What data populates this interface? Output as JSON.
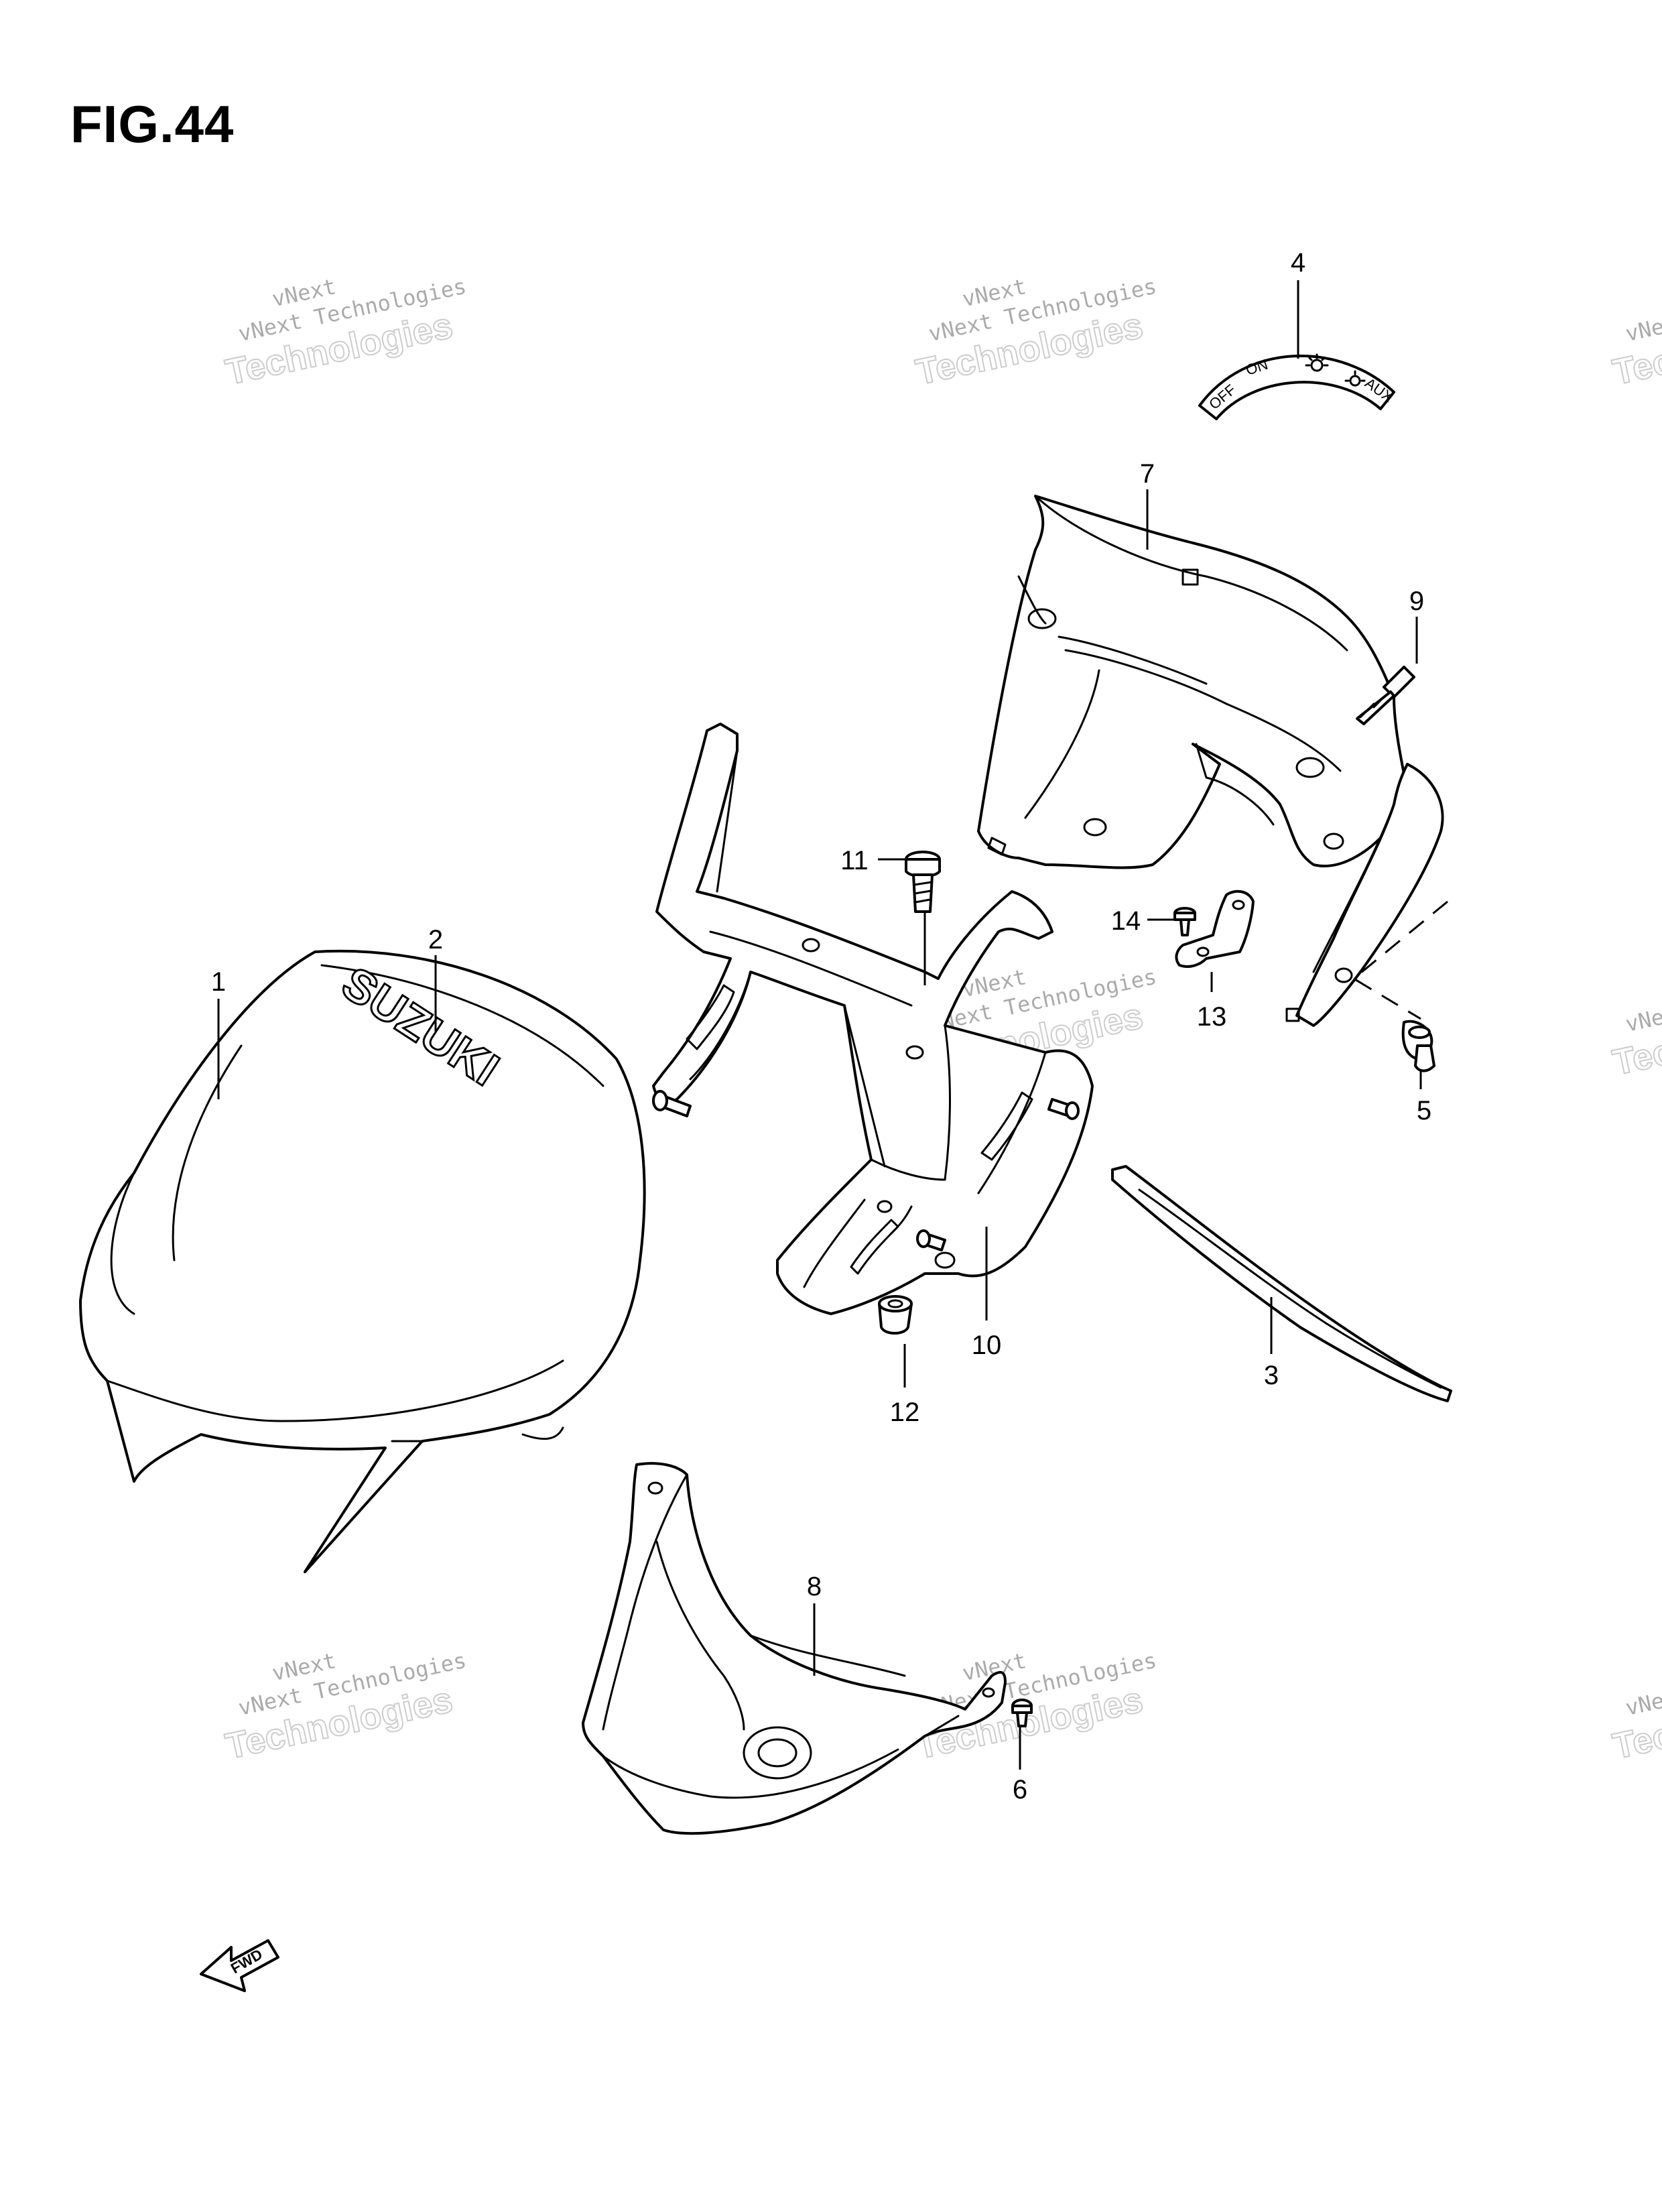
{
  "figure": {
    "title": "FIG.44"
  },
  "callouts": [
    {
      "id": "1",
      "label": "1"
    },
    {
      "id": "2",
      "label": "2"
    },
    {
      "id": "3",
      "label": "3"
    },
    {
      "id": "4",
      "label": "4"
    },
    {
      "id": "5",
      "label": "5"
    },
    {
      "id": "6",
      "label": "6"
    },
    {
      "id": "7",
      "label": "7"
    },
    {
      "id": "8",
      "label": "8"
    },
    {
      "id": "9",
      "label": "9"
    },
    {
      "id": "10",
      "label": "10"
    },
    {
      "id": "11",
      "label": "11"
    },
    {
      "id": "12",
      "label": "12"
    },
    {
      "id": "13",
      "label": "13"
    },
    {
      "id": "14",
      "label": "14"
    }
  ],
  "labels": {
    "brand_logo": "SUZUKI",
    "switch_off": "OFF",
    "switch_on": "ON",
    "switch_aux": "AUX",
    "fwd_arrow": "FWD"
  },
  "watermark": {
    "line1": "vNext",
    "line2": "vNext Technologies",
    "line3": "Technologies"
  }
}
